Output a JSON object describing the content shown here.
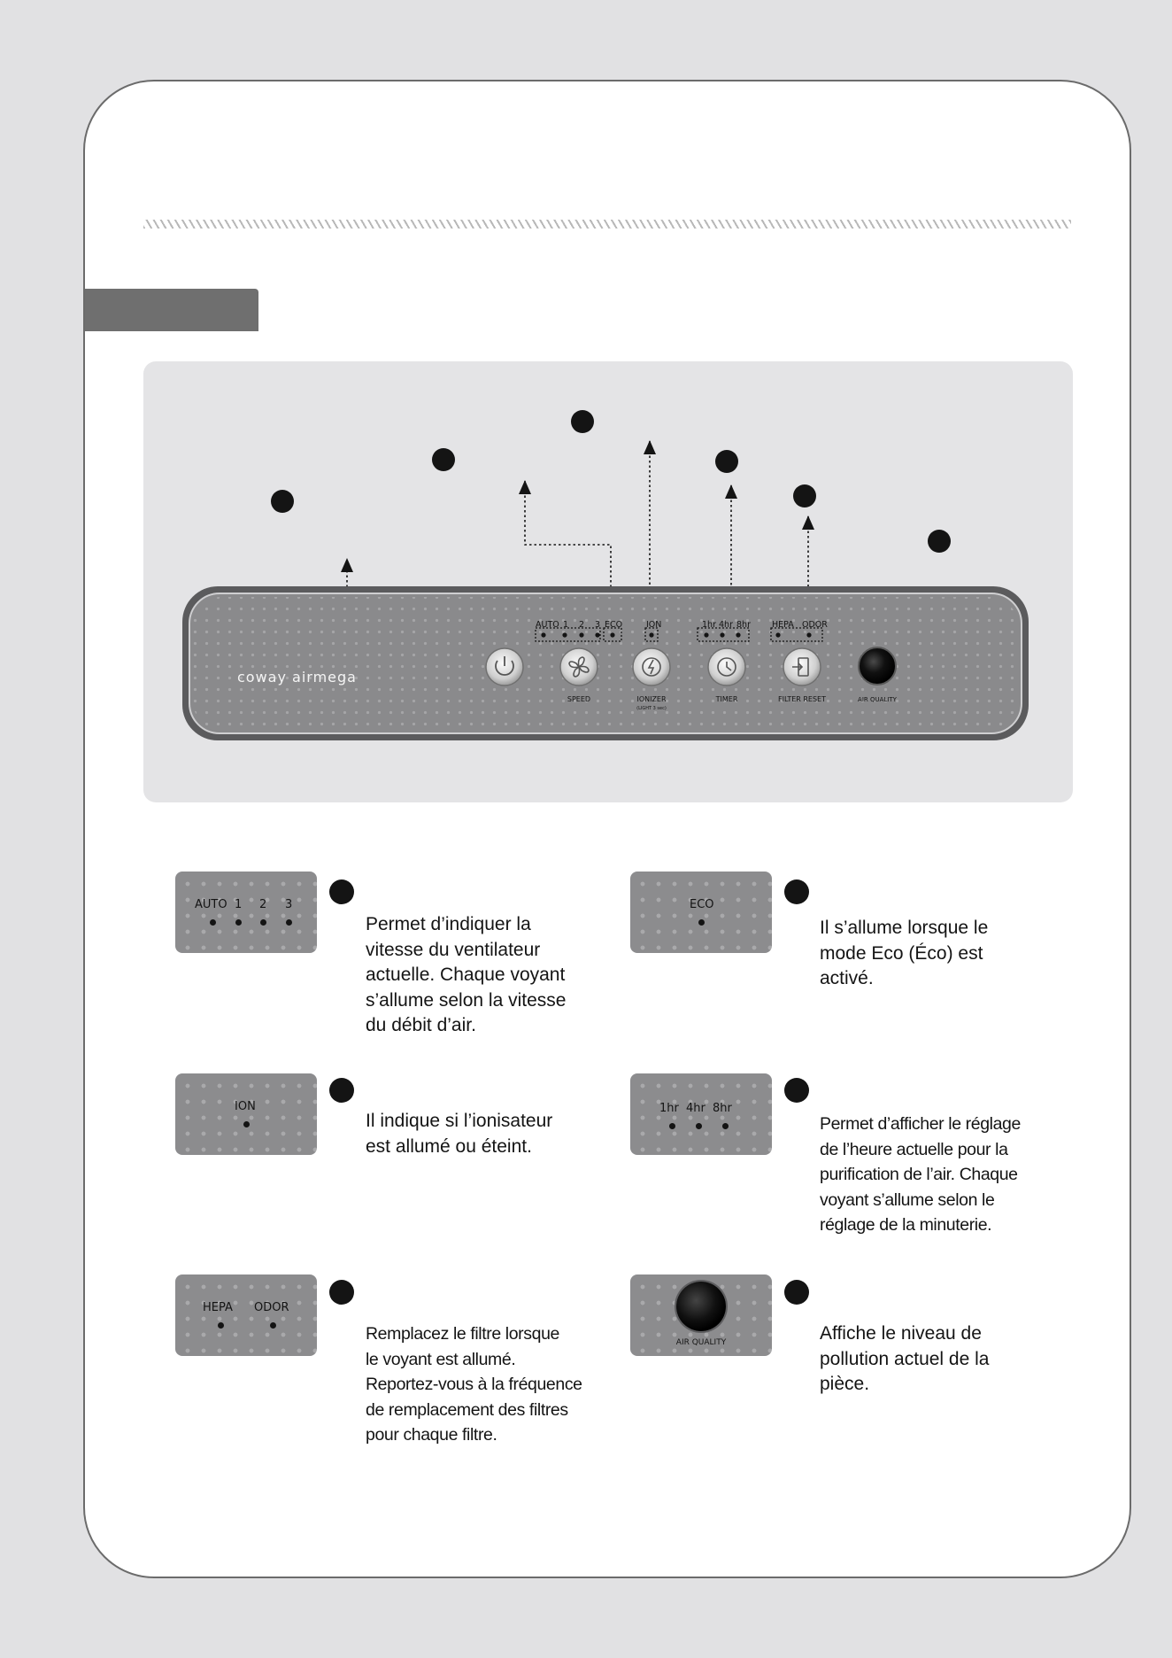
{
  "panel": {
    "brand": "coway airmega",
    "labels": {
      "auto": "AUTO",
      "s1": "1",
      "s2": "2",
      "s3": "3",
      "eco": "ECO",
      "ion": "ION",
      "h1": "1hr",
      "h4": "4hr",
      "h8": "8hr",
      "hepa": "HEPA",
      "odor": "ODOR"
    },
    "buttons": {
      "speed": "SPEED",
      "ionizer": "IONIZER",
      "ionizer_sub": "(LIGHT 3 sec)",
      "timer": "TIMER",
      "filter_reset": "FILTER RESET",
      "air_quality": "AIR QUALITY"
    }
  },
  "cards": {
    "speed": {
      "auto": "AUTO",
      "s1": "1",
      "s2": "2",
      "s3": "3"
    },
    "eco": {
      "label": "ECO"
    },
    "ion": {
      "label": "ION"
    },
    "timer": {
      "h1": "1hr",
      "h4": "4hr",
      "h8": "8hr"
    },
    "filter": {
      "hepa": "HEPA",
      "odor": "ODOR"
    },
    "air_quality": {
      "label": "AIR QUALITY"
    }
  },
  "descriptions": {
    "speed": [
      "Permet d’indiquer la",
      "vitesse du ventilateur",
      "actuelle. Chaque voyant",
      "s’allume selon la vitesse",
      "du débit d’air."
    ],
    "eco": [
      "Il s’allume lorsque le",
      "mode Eco (Éco) est",
      "activé."
    ],
    "ion": [
      "Il indique si l’ionisateur",
      "est allumé ou éteint."
    ],
    "timer": [
      "Permet d’afficher le réglage",
      "de l’heure actuelle pour la",
      "purification de l’air. Chaque",
      "voyant s’allume selon le",
      "réglage de la minuterie."
    ],
    "filter": [
      "Remplacez le filtre lorsque",
      "le voyant est allumé.",
      "Reportez-vous à la fréquence",
      "de remplacement des filtres",
      "pour chaque filtre."
    ],
    "air_quality": [
      "Affiche le niveau de",
      "pollution actuel de la",
      "pièce."
    ]
  }
}
